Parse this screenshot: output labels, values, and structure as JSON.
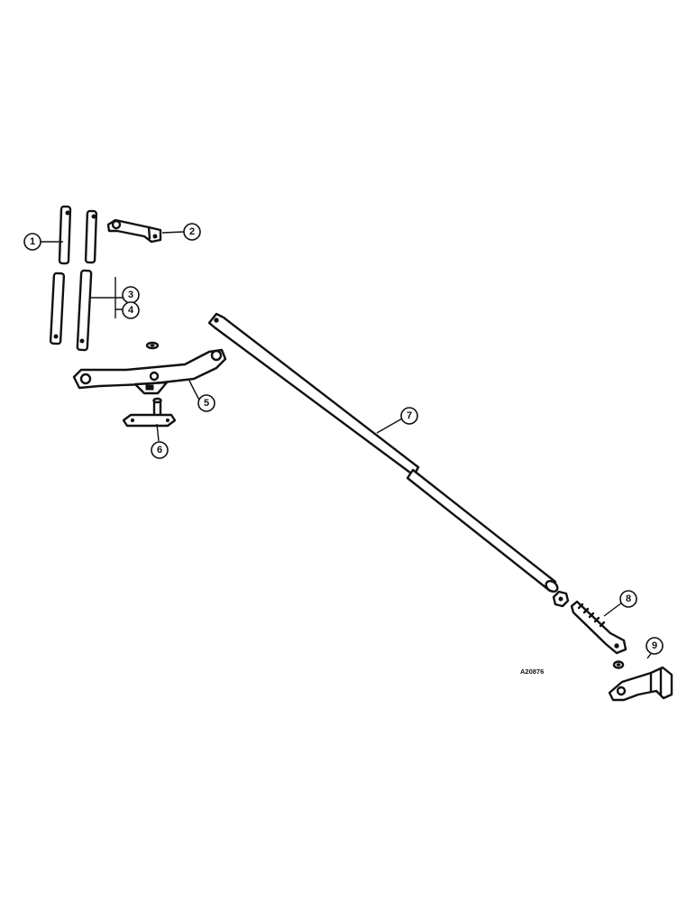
{
  "diagram": {
    "drawing_number": "A20876",
    "callouts": [
      {
        "id": "callout-1",
        "label": "1"
      },
      {
        "id": "callout-2",
        "label": "2"
      },
      {
        "id": "callout-3",
        "label": "3"
      },
      {
        "id": "callout-4",
        "label": "4"
      },
      {
        "id": "callout-5",
        "label": "5"
      },
      {
        "id": "callout-6",
        "label": "6"
      },
      {
        "id": "callout-7",
        "label": "7"
      },
      {
        "id": "callout-8",
        "label": "8"
      },
      {
        "id": "callout-9",
        "label": "9"
      }
    ]
  }
}
